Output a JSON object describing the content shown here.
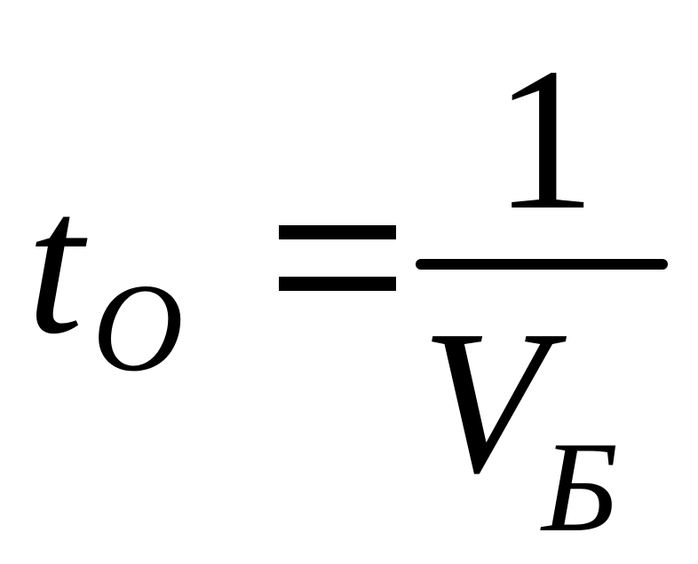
{
  "formula": {
    "lhs": {
      "variable": "t",
      "subscript": "O"
    },
    "equals_sign": "=",
    "rhs": {
      "numerator": "1",
      "denominator": {
        "variable": "V",
        "subscript": "Б"
      }
    }
  }
}
